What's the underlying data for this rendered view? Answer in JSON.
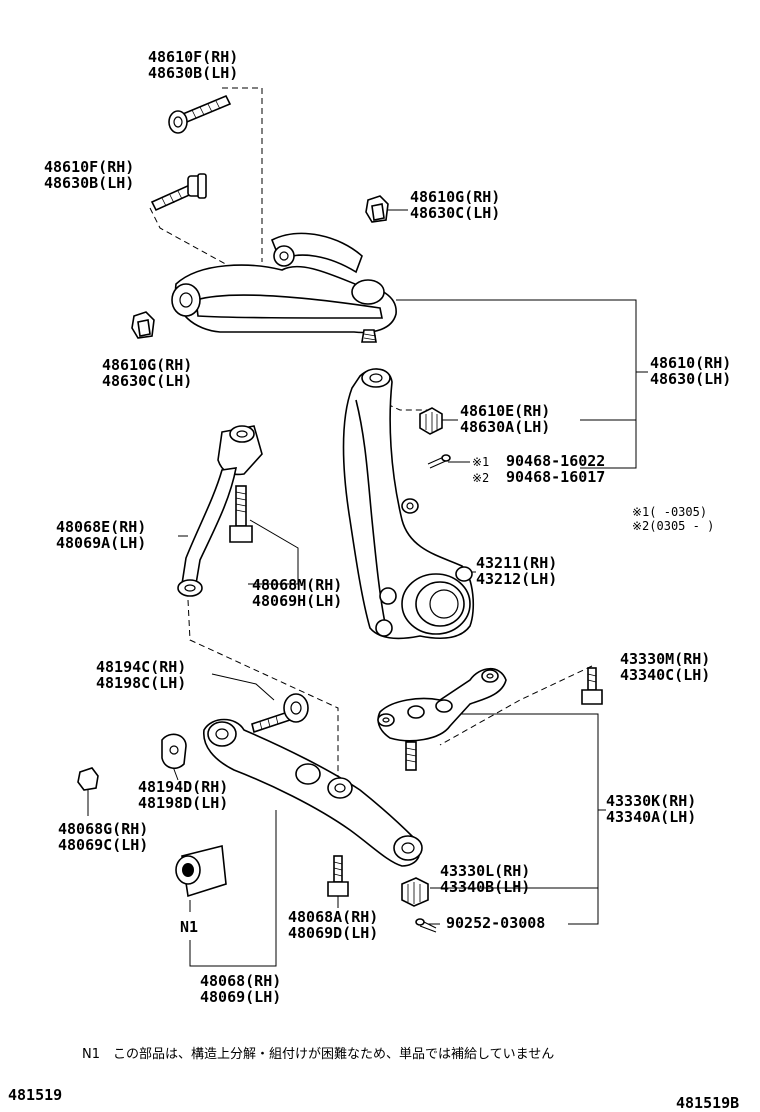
{
  "labels": {
    "bolt_top": [
      "48610F(RH)",
      "48630B(LH)"
    ],
    "bolt_left": [
      "48610F(RH)",
      "48630B(LH)"
    ],
    "nut_top_right": [
      "48610G(RH)",
      "48630C(LH)"
    ],
    "nut_left": [
      "48610G(RH)",
      "48630C(LH)"
    ],
    "upper_arm": [
      "48610(RH)",
      "48630(LH)"
    ],
    "ball_nut": [
      "48610E(RH)",
      "48630A(LH)"
    ],
    "pin_1": "90468-16022",
    "pin_2": "90468-16017",
    "pin_1_mark": "※1",
    "pin_2_mark": "※2",
    "footnote_1": "※1(      -0305)",
    "footnote_2": "※2(0305 -      )",
    "strut_rod": [
      "48068E(RH)",
      "48069A(LH)"
    ],
    "strut_bolt": [
      "48068M(RH)",
      "48069H(LH)"
    ],
    "knuckle": [
      "43211(RH)",
      "43212(LH)"
    ],
    "bolt_43330m": [
      "43330M(RH)",
      "43340C(LH)"
    ],
    "cam_bolt": [
      "48194C(RH)",
      "48198C(LH)"
    ],
    "cam_plate": [
      "48194D(RH)",
      "48198D(LH)"
    ],
    "collar": [
      "48068G(RH)",
      "48069C(LH)"
    ],
    "ball_joint": [
      "43330K(RH)",
      "43340A(LH)"
    ],
    "ball_joint_nut": [
      "43330L(RH)",
      "43340B(LH)"
    ],
    "lower_bolt": [
      "48068A(RH)",
      "48069D(LH)"
    ],
    "cotter_pin": "90252-03008",
    "bushing_note": "N1",
    "lower_arm": [
      "48068(RH)",
      "48069(LH)"
    ]
  },
  "note_text": "N1　この部品は、構造上分解・組付けが困難なため、単品では補給していません",
  "page_code_left": "481519",
  "page_code_right": "481519B"
}
